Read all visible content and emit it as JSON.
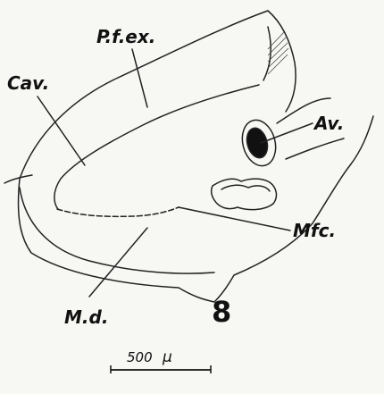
{
  "figure": {
    "number": "8",
    "labels": {
      "pfex": "P.f.ex.",
      "cav": "Cav.",
      "av": "Av.",
      "mfc": "Mfc.",
      "md": "M.d."
    },
    "scale_bar": {
      "value": "500",
      "unit": "μ"
    }
  }
}
